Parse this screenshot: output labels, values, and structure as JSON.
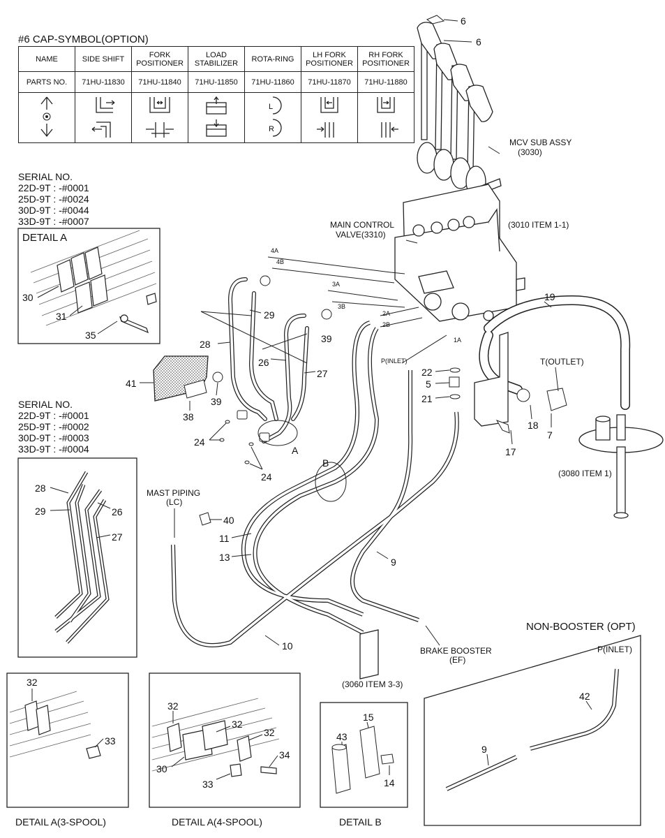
{
  "cap_symbol": {
    "title": "#6 CAP-SYMBOL(OPTION)",
    "headers": [
      "NAME",
      "SIDE SHIFT",
      "FORK POSITIONER",
      "LOAD STABILIZER",
      "ROTA-RING",
      "LH FORK POSITIONER",
      "RH FORK POSITIONER"
    ],
    "header_lines": [
      [
        "NAME"
      ],
      [
        "SIDE SHIFT"
      ],
      [
        "FORK",
        "POSITIONER"
      ],
      [
        "LOAD",
        "STABILIZER"
      ],
      [
        "ROTA-RING"
      ],
      [
        "LH FORK",
        "POSITIONER"
      ],
      [
        "RH FORK",
        "POSITIONER"
      ]
    ],
    "parts_label": "PARTS NO.",
    "parts": [
      "71HU-11830",
      "71HU-11840",
      "71HU-11850",
      "71HU-11860",
      "71HU-11870",
      "71HU-11880"
    ],
    "rota_symbols": [
      "L",
      "R"
    ]
  },
  "serial_1": {
    "title": "SERIAL NO.",
    "lines": [
      "22D-9T : -#0001",
      "25D-9T : -#0024",
      "30D-9T : -#0044",
      "33D-9T : -#0007"
    ]
  },
  "serial_2": {
    "title": "SERIAL NO.",
    "lines": [
      "22D-9T : -#0001",
      "25D-9T : -#0002",
      "30D-9T : -#0003",
      "33D-9T : -#0004"
    ]
  },
  "labels": {
    "detail_a": "DETAIL A",
    "mcv_sub_assy": "MCV SUB ASSY",
    "mcv_sub_assy_ref": "(3030)",
    "main_control": "MAIN CONTROL",
    "valve": "VALVE(3310)",
    "item_3010": "(3010 ITEM 1-1)",
    "p_inlet": "P(INLET)",
    "t_outlet": "T(OUTLET)",
    "item_3080": "(3080 ITEM 1)",
    "mast_piping": "MAST PIPING",
    "mast_piping_lc": "(LC)",
    "brake_booster": "BRAKE BOOSTER",
    "brake_booster_ef": "(EF)",
    "item_3060": "(3060 ITEM 3-3)",
    "non_booster": "NON-BOOSTER (OPT)",
    "p_inlet_2": "P(INLET)",
    "detail_a_3spool": "DETAIL A(3-SPOOL)",
    "detail_a_4spool": "DETAIL A(4-SPOOL)",
    "detail_b": "DETAIL B",
    "port_4a": "4A",
    "port_4b": "4B",
    "port_3a": "3A",
    "port_3b": "3B",
    "port_2a": "2A",
    "port_2b": "2B",
    "port_1a": "1A",
    "letter_a": "A",
    "letter_b": "B"
  },
  "callouts": {
    "c6a": "6",
    "c6b": "6",
    "c19": "19",
    "c29": "29",
    "c28": "28",
    "c26": "26",
    "c27": "27",
    "c39a": "39",
    "c39b": "39",
    "c41": "41",
    "c38": "38",
    "c24a": "24",
    "c24b": "24",
    "c22": "22",
    "c5": "5",
    "c21": "21",
    "c18": "18",
    "c7": "7",
    "c17": "17",
    "c30": "30",
    "c31": "31",
    "c35": "35",
    "c28b": "28",
    "c29b": "29",
    "c26b": "26",
    "c27b": "27",
    "c40": "40",
    "c11": "11",
    "c13": "13",
    "c9": "9",
    "c10": "10",
    "c42": "42",
    "c9b": "9",
    "c32a": "32",
    "c33a": "33",
    "c32b": "32",
    "c32c": "32",
    "c32d": "32",
    "c34": "34",
    "c30b": "30",
    "c33b": "33",
    "c15": "15",
    "c43": "43",
    "c14": "14"
  }
}
